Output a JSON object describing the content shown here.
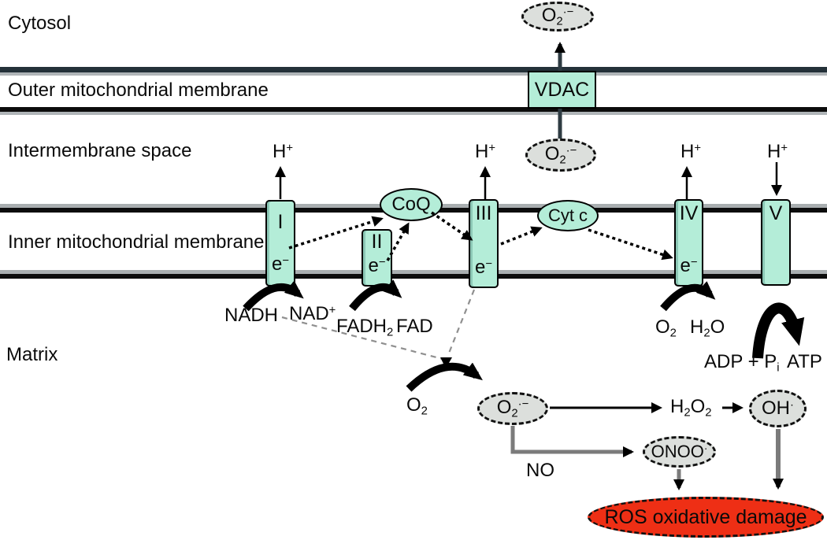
{
  "regions": {
    "cytosol": "Cytosol",
    "outer_membrane": "Outer mitochondrial membrane",
    "intermembrane_space": "Intermembrane space",
    "inner_membrane": "Inner mitochondrial membrane",
    "matrix": "Matrix"
  },
  "membrane_channel": {
    "vdac": "VDAC"
  },
  "etc_complexes": {
    "c1": "I",
    "c2": "II",
    "c3": "III",
    "c4": "IV",
    "c5": "V"
  },
  "shared": {
    "proton": [
      [
        "t",
        "H"
      ],
      [
        "sup",
        "+"
      ]
    ],
    "electron": [
      [
        "t",
        "e"
      ],
      [
        "sup",
        "−"
      ]
    ]
  },
  "carriers": {
    "coq": "CoQ",
    "cytc": "Cyt c"
  },
  "metabolites": {
    "nadh": [
      [
        "t",
        "NADH"
      ]
    ],
    "nad": [
      [
        "t",
        "NAD"
      ],
      [
        "sup",
        "+"
      ]
    ],
    "fadh2": [
      [
        "t",
        "FADH"
      ],
      [
        "sub",
        "2"
      ]
    ],
    "fad": [
      [
        "t",
        "FAD"
      ]
    ],
    "o2": [
      [
        "t",
        "O"
      ],
      [
        "sub",
        "2"
      ]
    ],
    "h2o": [
      [
        "t",
        "H"
      ],
      [
        "sub",
        "2"
      ],
      [
        "t",
        "O"
      ]
    ],
    "adp_pi": [
      [
        "t",
        "ADP + P"
      ],
      [
        "sub",
        "i"
      ]
    ],
    "atp": [
      [
        "t",
        "ATP"
      ]
    ]
  },
  "ros": {
    "superoxide": [
      [
        "t",
        "O"
      ],
      [
        "sub",
        "2"
      ],
      [
        "sup",
        "·−"
      ]
    ],
    "h2o2": [
      [
        "t",
        "H"
      ],
      [
        "sub",
        "2"
      ],
      [
        "t",
        "O"
      ],
      [
        "sub",
        "2"
      ]
    ],
    "hydroxyl": [
      [
        "t",
        "OH"
      ],
      [
        "sup",
        "·"
      ]
    ],
    "peroxynitrite": [
      [
        "t",
        "ONOO"
      ],
      [
        "sup",
        "·"
      ]
    ],
    "no": [
      [
        "t",
        "NO"
      ]
    ],
    "damage_label": "ROS oxidative damage"
  },
  "colors": {
    "complex_fill": "#b4edd8",
    "gray_oval_fill": "#dcdfdc",
    "ros_red": "#ee2f15",
    "membrane_dark": "#243139",
    "membrane_black": "#0c0c0c",
    "membrane_gray": "#b0b5b8",
    "arrow_gray": "#7b7b7b"
  }
}
